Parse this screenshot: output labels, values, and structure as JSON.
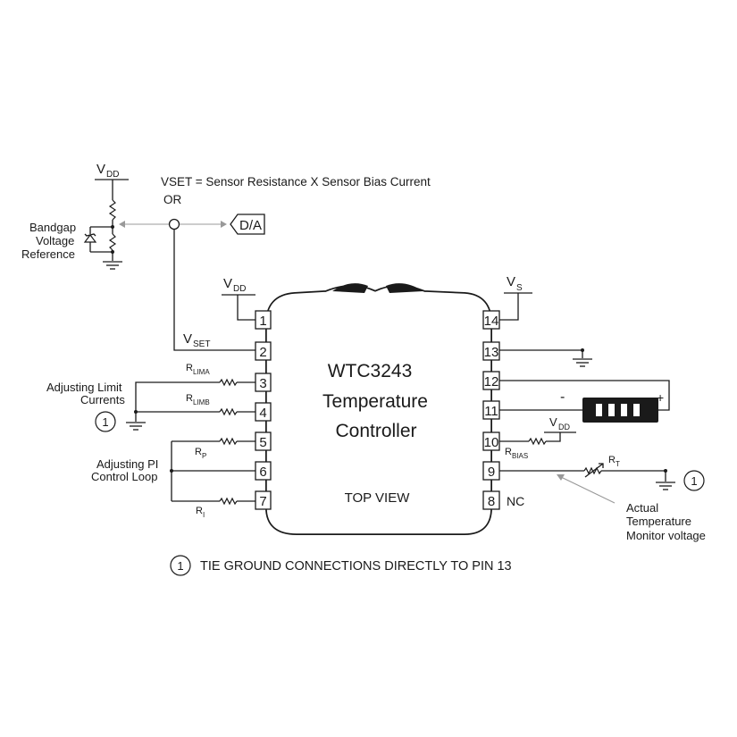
{
  "chip": {
    "line1": "WTC3243",
    "line2": "Temperature",
    "line3": "Controller",
    "view": "TOP VIEW"
  },
  "pins_left": [
    "1",
    "2",
    "3",
    "4",
    "5",
    "6",
    "7"
  ],
  "pins_right": [
    "14",
    "13",
    "12",
    "11",
    "10",
    "9",
    "8"
  ],
  "labels": {
    "vdd_main": "V",
    "vdd_main_sub": "DD",
    "vdd_chip": "V",
    "vdd_chip_sub": "DD",
    "vs": "V",
    "vs_sub": "S",
    "vdd_bias": "V",
    "vdd_bias_sub": "DD",
    "vset": "V",
    "vset_sub": "SET",
    "vset_formula": "VSET = Sensor Resistance X Sensor Bias Current",
    "or": "OR",
    "da": "D/A",
    "bandgap_1": "Bandgap",
    "bandgap_2": "Voltage",
    "bandgap_3": "Reference",
    "adj_limit_1": "Adjusting Limit",
    "adj_limit_2": "Currents",
    "adj_pi_1": "Adjusting PI",
    "adj_pi_2": "Control Loop",
    "r_lima": "R",
    "r_lima_sub": "LIMA",
    "r_limb": "R",
    "r_limb_sub": "LIMB",
    "r_p": "R",
    "r_p_sub": "P",
    "r_i": "R",
    "r_i_sub": "I",
    "r_bias": "R",
    "r_bias_sub": "BIAS",
    "r_t": "R",
    "r_t_sub": "T",
    "nc": "NC",
    "tec_minus": "-",
    "tec_plus": "+",
    "monitor_1": "Actual",
    "monitor_2": "Temperature",
    "monitor_3": "Monitor voltage",
    "note_marker": "1",
    "note": "TIE GROUND CONNECTIONS DIRECTLY TO PIN 13"
  },
  "ground_marker": "1"
}
